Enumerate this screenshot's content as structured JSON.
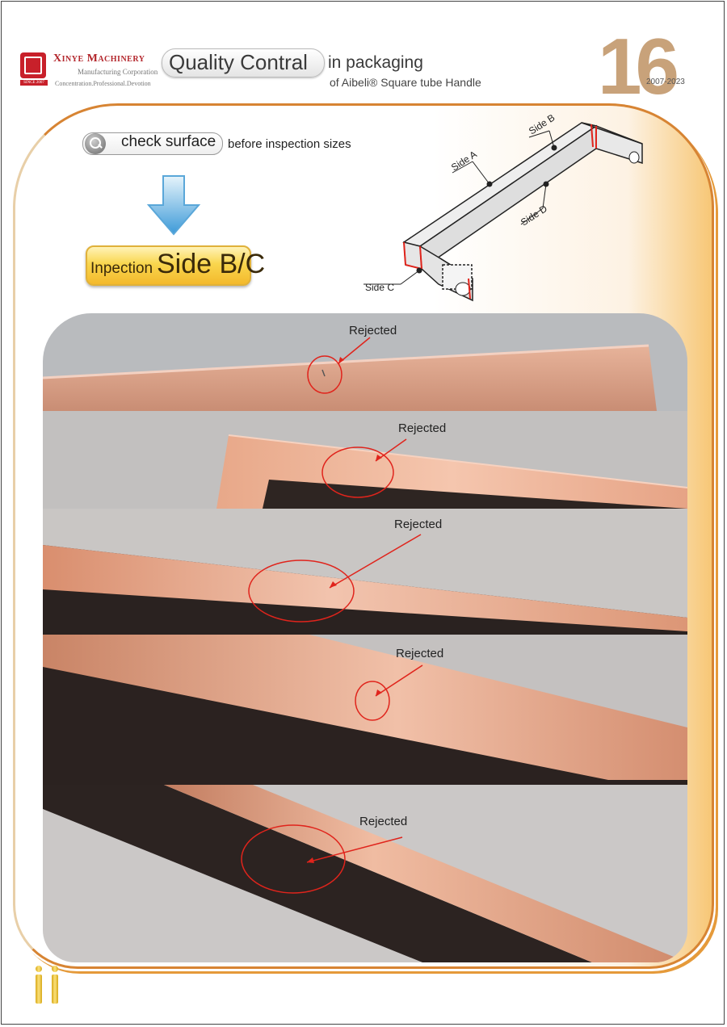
{
  "header": {
    "brand_name": "Xinye Machinery",
    "brand_sub": "Manufacturing Corporation",
    "brand_tag": "Concentration.Professional.Devotion",
    "since": "SINCE 2007",
    "title_main": "Quality Contral",
    "title_in": "in packaging",
    "title_of": "of Aibeli® Square tube Handle",
    "page_number": "16",
    "years": "2007-2023"
  },
  "check": {
    "label": "check surface",
    "after": "before inspection sizes"
  },
  "inspection": {
    "small": "Inpection",
    "big": "Side B/C"
  },
  "diagram": {
    "side_a": "Side A",
    "side_b": "Side B",
    "side_c": "Side C",
    "side_d": "Side D"
  },
  "photos": [
    {
      "label": "Rejected"
    },
    {
      "label": "Rejected"
    },
    {
      "label": "Rejected"
    },
    {
      "label": "Rejected"
    },
    {
      "label": "Rejected"
    }
  ],
  "colors": {
    "accent_orange": "#d78433",
    "brand_red": "#b3262c",
    "reject_red": "#e0241c",
    "copper": "#d99a78"
  }
}
